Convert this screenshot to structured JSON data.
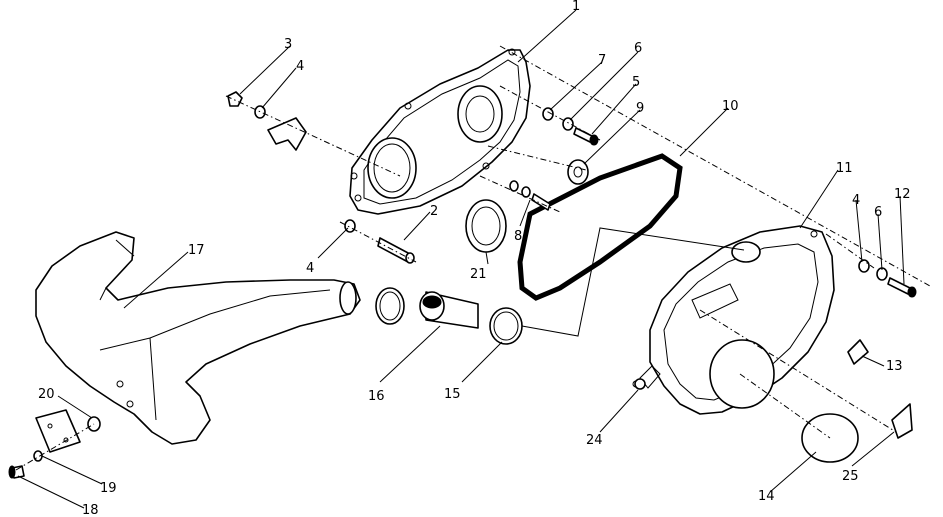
{
  "diagram": {
    "callouts": [
      {
        "id": "c1",
        "label": "1"
      },
      {
        "id": "c2",
        "label": "2"
      },
      {
        "id": "c3",
        "label": "3"
      },
      {
        "id": "c4a",
        "label": "4"
      },
      {
        "id": "c4b",
        "label": "4"
      },
      {
        "id": "c4c",
        "label": "4"
      },
      {
        "id": "c5",
        "label": "5"
      },
      {
        "id": "c6a",
        "label": "6"
      },
      {
        "id": "c6b",
        "label": "6"
      },
      {
        "id": "c7",
        "label": "7"
      },
      {
        "id": "c8",
        "label": "8"
      },
      {
        "id": "c9",
        "label": "9"
      },
      {
        "id": "c10",
        "label": "10"
      },
      {
        "id": "c11",
        "label": "11"
      },
      {
        "id": "c12",
        "label": "12"
      },
      {
        "id": "c13",
        "label": "13"
      },
      {
        "id": "c14",
        "label": "14"
      },
      {
        "id": "c15",
        "label": "15"
      },
      {
        "id": "c16",
        "label": "16"
      },
      {
        "id": "c17",
        "label": "17"
      },
      {
        "id": "c18",
        "label": "18"
      },
      {
        "id": "c19",
        "label": "19"
      },
      {
        "id": "c20",
        "label": "20"
      },
      {
        "id": "c21",
        "label": "21"
      },
      {
        "id": "c24",
        "label": "24"
      },
      {
        "id": "c25",
        "label": "25"
      }
    ]
  }
}
